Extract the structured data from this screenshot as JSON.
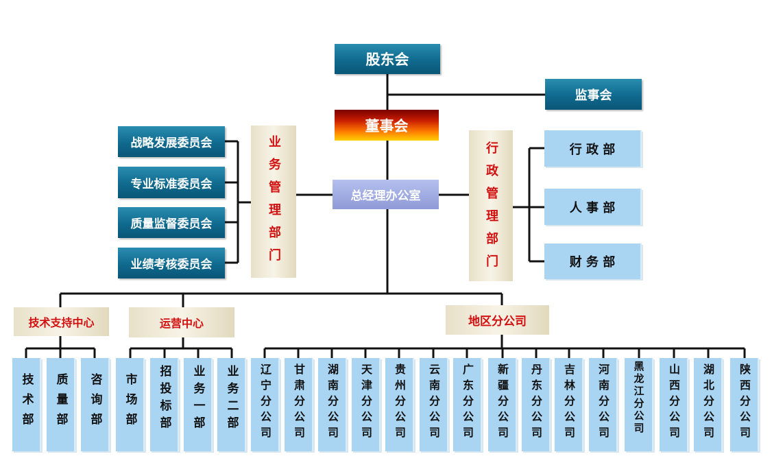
{
  "top": {
    "shareholders": "股东会",
    "supervisors": "监事会",
    "board": "董事会",
    "gm_office": "总经理办公室"
  },
  "business_dept": {
    "title": "业务管理部门",
    "committees": [
      "战略发展委员会",
      "专业标准委员会",
      "质量监督委员会",
      "业绩考核委员会"
    ]
  },
  "admin_dept": {
    "title": "行政管理部门",
    "units": [
      "行 政 部",
      "人 事 部",
      "财 务 部"
    ]
  },
  "centers": {
    "tech": {
      "title": "技术支持中心",
      "units": [
        "技术部",
        "质量部",
        "咨询部"
      ]
    },
    "ops": {
      "title": "运营中心",
      "units": [
        "市场部",
        "招投标部",
        "业务一部",
        "业务二部"
      ]
    },
    "regional": {
      "title": "地区分公司",
      "branches": [
        "辽宁分公司",
        "甘肃分公司",
        "湖南分公司",
        "天津分公司",
        "贵州分公司",
        "云南分公司",
        "广东分公司",
        "新疆分公司",
        "丹东分公司",
        "吉林分公司",
        "河南分公司",
        "黑龙江分公司",
        "山西分公司",
        "湖北分公司",
        "陕西分公司"
      ]
    }
  },
  "colors": {
    "teal": "#0f6a8e",
    "light_blue": "#a9d5f3",
    "red_text": "#d21010",
    "line": "#111111"
  }
}
